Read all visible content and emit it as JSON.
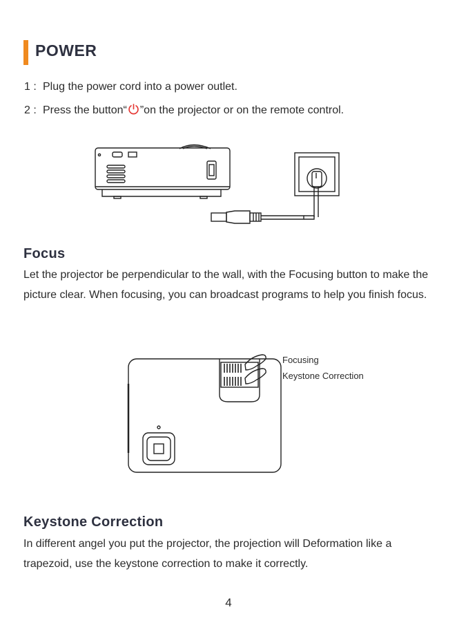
{
  "power": {
    "heading": "POWER",
    "step1_num": "1 :",
    "step1_text": "Plug the power cord into a power outlet.",
    "step2_num": "2 :",
    "step2_before": "Press the button“",
    "step2_after": "”on the projector or on the remote control.",
    "power_icon_color": "#e53935"
  },
  "focus": {
    "heading": "Focus",
    "body": "Let the projector be perpendicular to the wall, with the Focusing button to make the picture clear. When focusing, you can broadcast programs to help you finish focus.",
    "callout_focusing": "Focusing",
    "callout_keystone": "Keystone Correction"
  },
  "keystone": {
    "heading": "Keystone Correction",
    "body": "In different angel you put the projector, the projection will Deformation like a trapezoid, use the keystone correction to make it correctly."
  },
  "page_number": "4",
  "colors": {
    "accent": "#f08a1f",
    "heading": "#2e3140",
    "text": "#2b2b2b"
  }
}
